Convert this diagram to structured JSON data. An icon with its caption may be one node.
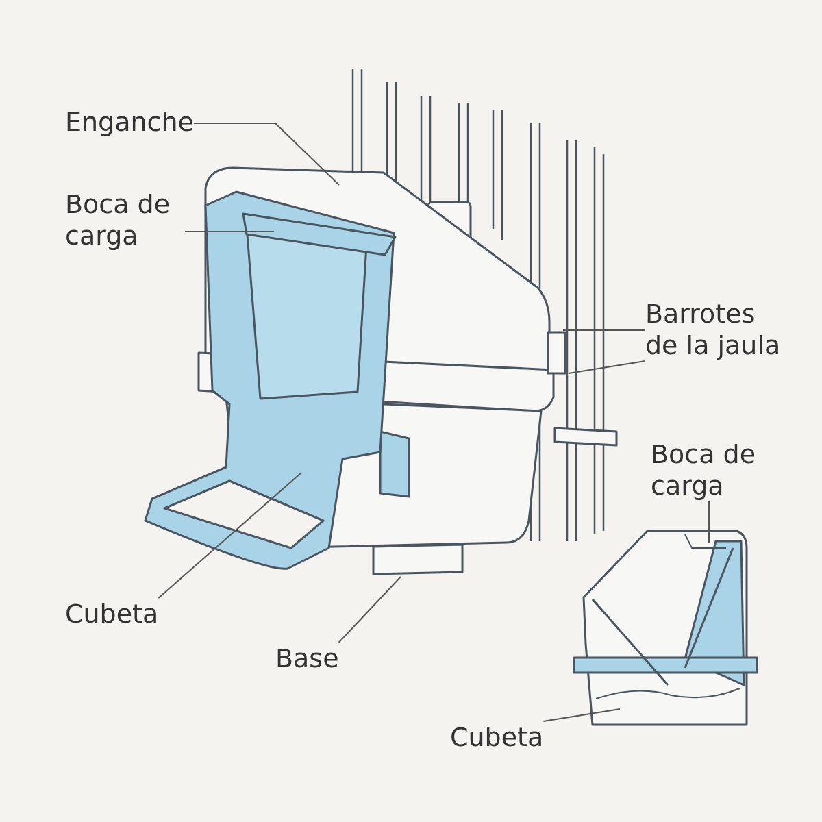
{
  "diagram": {
    "nodes": [
      {
        "text": [
          "Enganche"
        ]
      },
      {
        "text": [
          "Boca de carga"
        ]
      },
      {
        "text": [
          "Barrotes de la jaula"
        ]
      },
      {
        "text": [
          "Boca de carga"
        ]
      },
      {
        "text": [
          "Cubeta"
        ]
      },
      {
        "text": [
          "Base"
        ]
      },
      {
        "text": [
          "Cubeta"
        ]
      }
    ],
    "edges": [
      {
        "from": 0,
        "to": null,
        "arrow": "none"
      },
      {
        "from": 1,
        "to": null,
        "arrow": "none"
      },
      {
        "from": 2,
        "to": null,
        "arrow": "none"
      },
      {
        "from": 2,
        "to": null,
        "arrow": "none"
      },
      {
        "from": 3,
        "to": null,
        "arrow": "none"
      },
      {
        "from": 4,
        "to": null,
        "arrow": "none"
      },
      {
        "from": 5,
        "to": null,
        "arrow": "none"
      },
      {
        "from": 6,
        "to": null,
        "arrow": "none"
      }
    ]
  }
}
